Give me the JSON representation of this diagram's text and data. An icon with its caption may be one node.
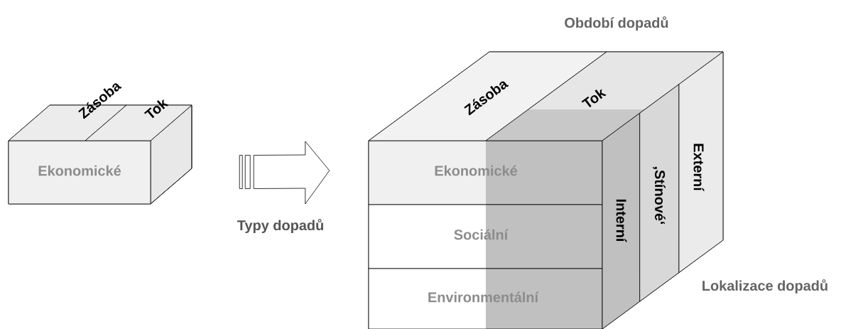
{
  "diagram": {
    "nodes": [
      {
        "text": [],
        "shape": "box"
      },
      {
        "text": [
          "Ekonomické"
        ],
        "in": 0
      },
      {
        "text": [
          "Zásoba"
        ],
        "in": 0
      },
      {
        "text": [
          "Tok"
        ],
        "in": 0
      },
      {
        "text": [],
        "shape": "box"
      },
      {
        "text": [
          "Ekonomické"
        ],
        "in": 4
      },
      {
        "text": [
          "Sociální"
        ],
        "in": 4
      },
      {
        "text": [
          "Environmentální"
        ],
        "in": 4
      },
      {
        "text": [
          "Zásoba"
        ],
        "in": 4
      },
      {
        "text": [
          "Tok"
        ],
        "in": 4
      },
      {
        "text": [
          "Interní"
        ],
        "in": 4
      },
      {
        "text": [
          "‚Stínové‘"
        ],
        "in": 4
      },
      {
        "text": [
          "Externí"
        ],
        "in": 4
      }
    ],
    "edges": [
      {
        "from": 0,
        "to": 4,
        "arrow": "to",
        "label": "Typy dopadů"
      }
    ],
    "labels": [
      "Období dopadů",
      "Lokalizace dopadů"
    ]
  }
}
